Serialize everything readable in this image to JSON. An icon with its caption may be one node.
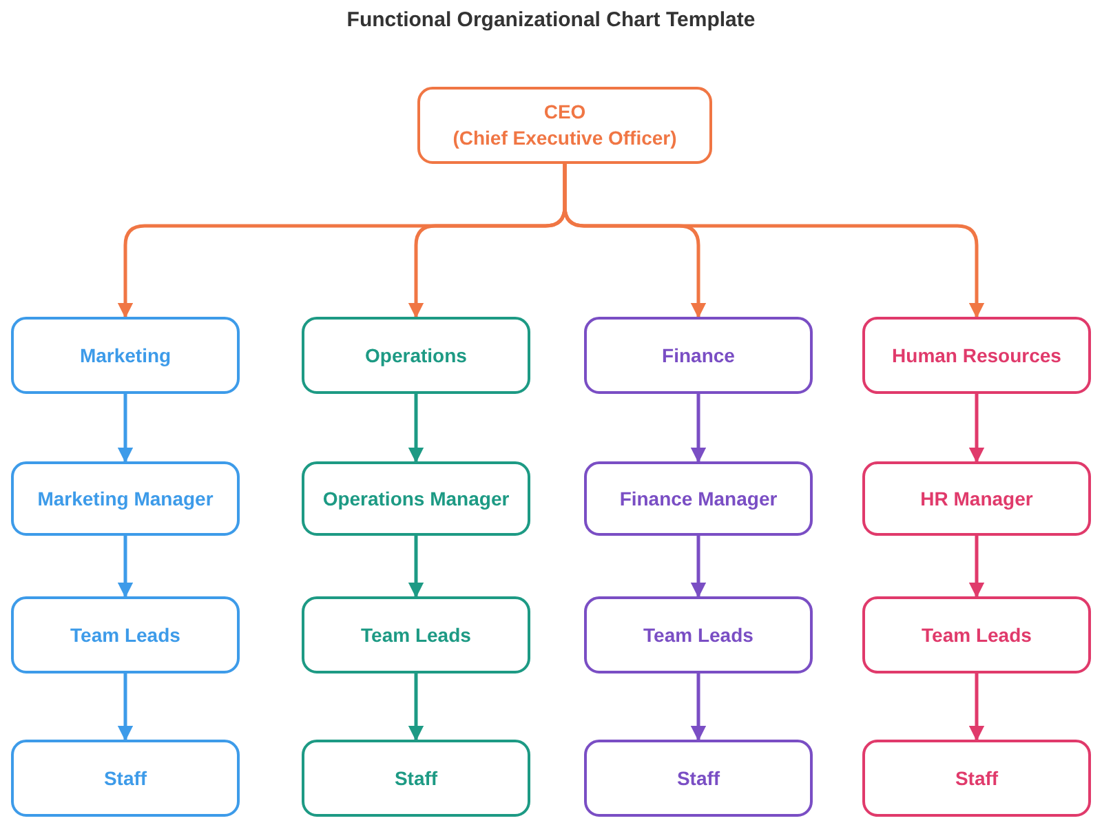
{
  "diagram": {
    "title": "Functional Organizational Chart Template",
    "nodes": [
      {
        "text": [
          "CEO",
          "(Chief Executive Officer)"
        ]
      },
      {
        "text": [
          "Marketing"
        ]
      },
      {
        "text": [
          "Operations"
        ]
      },
      {
        "text": [
          "Finance"
        ]
      },
      {
        "text": [
          "Human Resources"
        ]
      },
      {
        "text": [
          "Marketing Manager"
        ]
      },
      {
        "text": [
          "Operations Manager"
        ]
      },
      {
        "text": [
          "Finance Manager"
        ]
      },
      {
        "text": [
          "HR Manager"
        ]
      },
      {
        "text": [
          "Team Leads"
        ]
      },
      {
        "text": [
          "Team Leads"
        ]
      },
      {
        "text": [
          "Team Leads"
        ]
      },
      {
        "text": [
          "Team Leads"
        ]
      },
      {
        "text": [
          "Staff"
        ]
      },
      {
        "text": [
          "Staff"
        ]
      },
      {
        "text": [
          "Staff"
        ]
      },
      {
        "text": [
          "Staff"
        ]
      }
    ],
    "edges": [
      {
        "from": 0,
        "to": 1,
        "arrow": "to",
        "color": "#f07644"
      },
      {
        "from": 0,
        "to": 2,
        "arrow": "to",
        "color": "#f07644"
      },
      {
        "from": 0,
        "to": 3,
        "arrow": "to",
        "color": "#f07644"
      },
      {
        "from": 0,
        "to": 4,
        "arrow": "to",
        "color": "#f07644"
      },
      {
        "from": 1,
        "to": 5,
        "arrow": "to",
        "color": "#3d9be9"
      },
      {
        "from": 5,
        "to": 9,
        "arrow": "to",
        "color": "#3d9be9"
      },
      {
        "from": 9,
        "to": 13,
        "arrow": "to",
        "color": "#3d9be9"
      },
      {
        "from": 2,
        "to": 6,
        "arrow": "to",
        "color": "#1d9a84"
      },
      {
        "from": 6,
        "to": 10,
        "arrow": "to",
        "color": "#1d9a84"
      },
      {
        "from": 10,
        "to": 14,
        "arrow": "to",
        "color": "#1d9a84"
      },
      {
        "from": 3,
        "to": 7,
        "arrow": "to",
        "color": "#7a4ec4"
      },
      {
        "from": 7,
        "to": 11,
        "arrow": "to",
        "color": "#7a4ec4"
      },
      {
        "from": 11,
        "to": 15,
        "arrow": "to",
        "color": "#7a4ec4"
      },
      {
        "from": 4,
        "to": 8,
        "arrow": "to",
        "color": "#e03a6b"
      },
      {
        "from": 8,
        "to": 12,
        "arrow": "to",
        "color": "#e03a6b"
      },
      {
        "from": 12,
        "to": 16,
        "arrow": "to",
        "color": "#e03a6b"
      }
    ]
  }
}
